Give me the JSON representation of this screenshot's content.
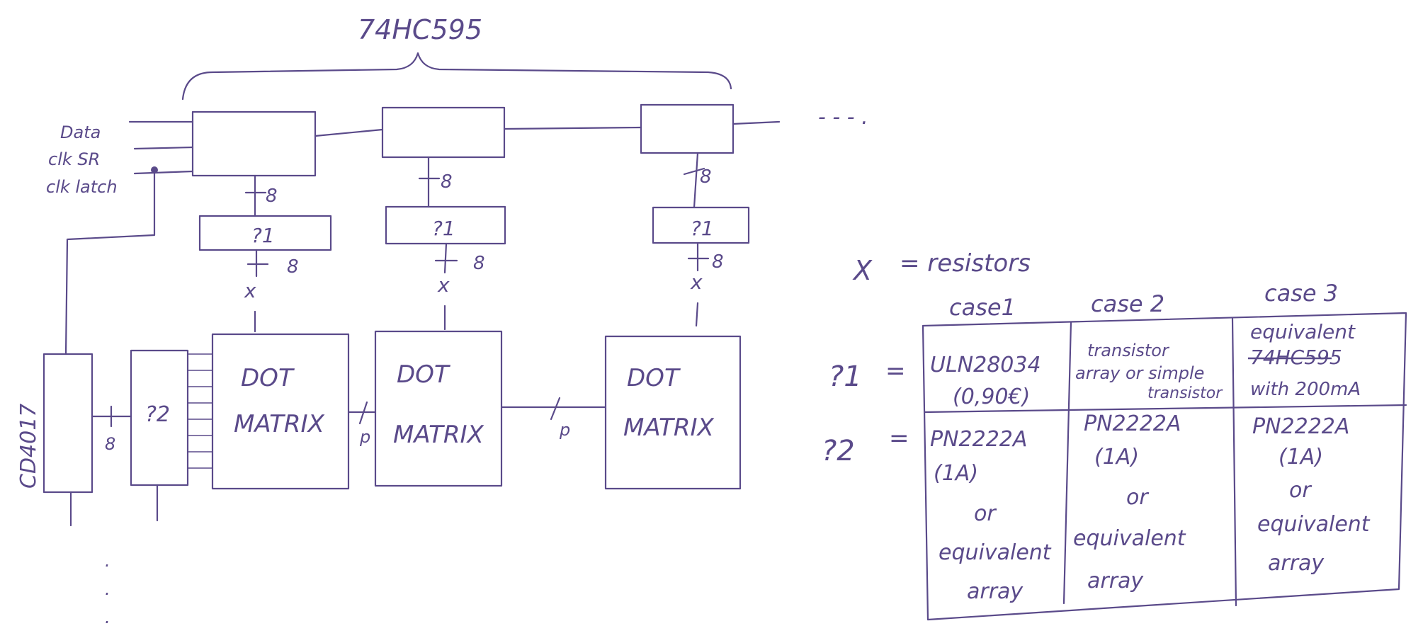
{
  "shift_register_label": "74HC595",
  "inputs": {
    "data": "Data",
    "clk_sr": "clk SR",
    "clk_latch": "clk latch"
  },
  "continuation": "- - - .",
  "bus": {
    "width_8": "8",
    "p": "p"
  },
  "driver_1_label": "?1",
  "driver_2_label": "?2",
  "resistor_symbol": "x",
  "dot_matrix": {
    "line1": "DOT",
    "line2": "MATRIX"
  },
  "counter_label": "CD4017",
  "vertical_dots": ".\n.\n.",
  "legend": {
    "x_def_symbol": "X",
    "x_def_text": "= resistors",
    "q1_symbol": "?1",
    "q2_symbol": "?2",
    "equals": "="
  },
  "table": {
    "headers": [
      "case1",
      "case 2",
      "case 3"
    ],
    "row1": {
      "case1": [
        "ULN28034",
        "(0,90€)"
      ],
      "case2": [
        "transistor",
        "array or simple",
        "transistor"
      ],
      "case3": [
        "equivalent",
        "74HC595",
        "with 200mA"
      ]
    },
    "row2": {
      "case1": [
        "PN2222A",
        "(1A)",
        "or",
        "equivalent",
        "array"
      ],
      "case2": [
        "PN2222A",
        "(1A)",
        "or",
        "equivalent",
        "array"
      ],
      "case3": [
        "PN2222A",
        "(1A)",
        "or",
        "equivalent",
        "array"
      ]
    }
  }
}
